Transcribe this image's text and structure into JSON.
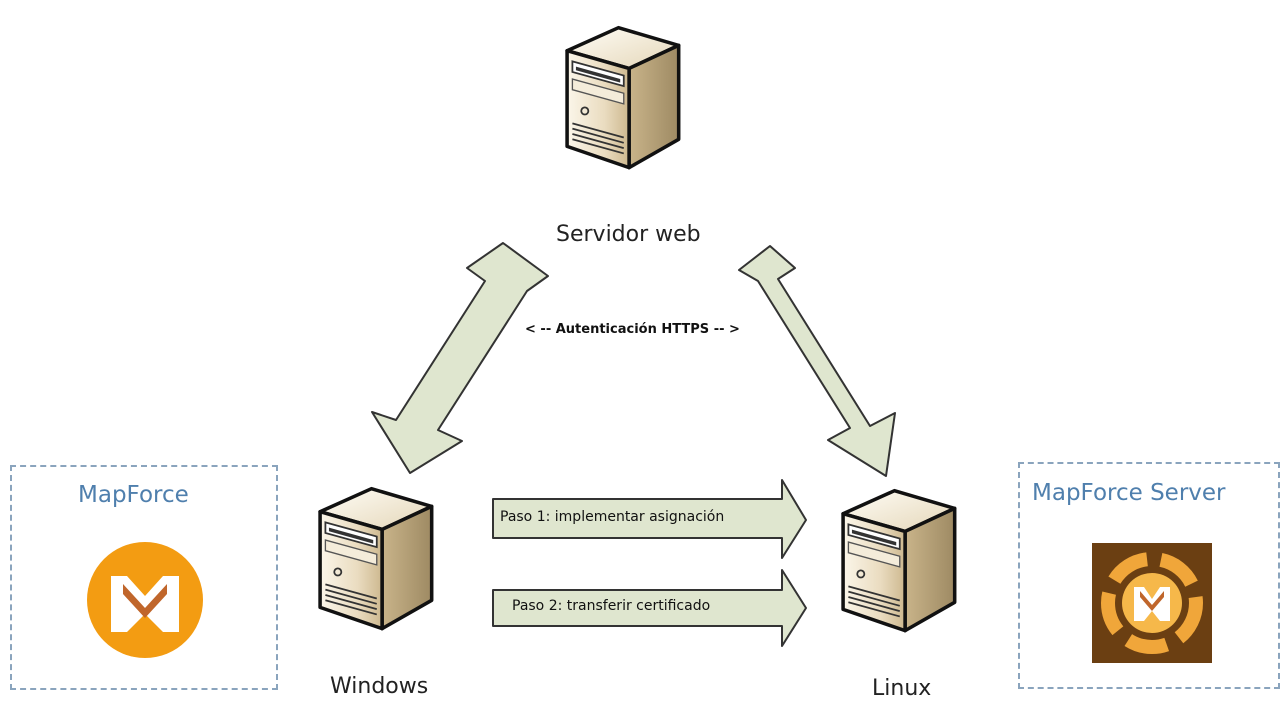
{
  "nodes": {
    "web": "Servidor web",
    "windows": "Windows",
    "linux": "Linux"
  },
  "connection": "< -- Autenticación HTTPS -- >",
  "steps": [
    "Paso 1: implementar asignación",
    "Paso 2: transferir certificado"
  ],
  "products": {
    "left": "MapForce",
    "right": "MapForce Server"
  },
  "icons": {
    "server": "server-tower-icon",
    "mapforce": "mapforce-logo-icon",
    "mapforce_server": "mapforce-server-logo-icon"
  },
  "colors": {
    "arrow_fill": "#dfe6cf",
    "dashed_border": "#8aa4bd",
    "product_title": "#4f7fad",
    "server_body": "#e8dcc3",
    "mapforce_orange": "#f39c12"
  }
}
